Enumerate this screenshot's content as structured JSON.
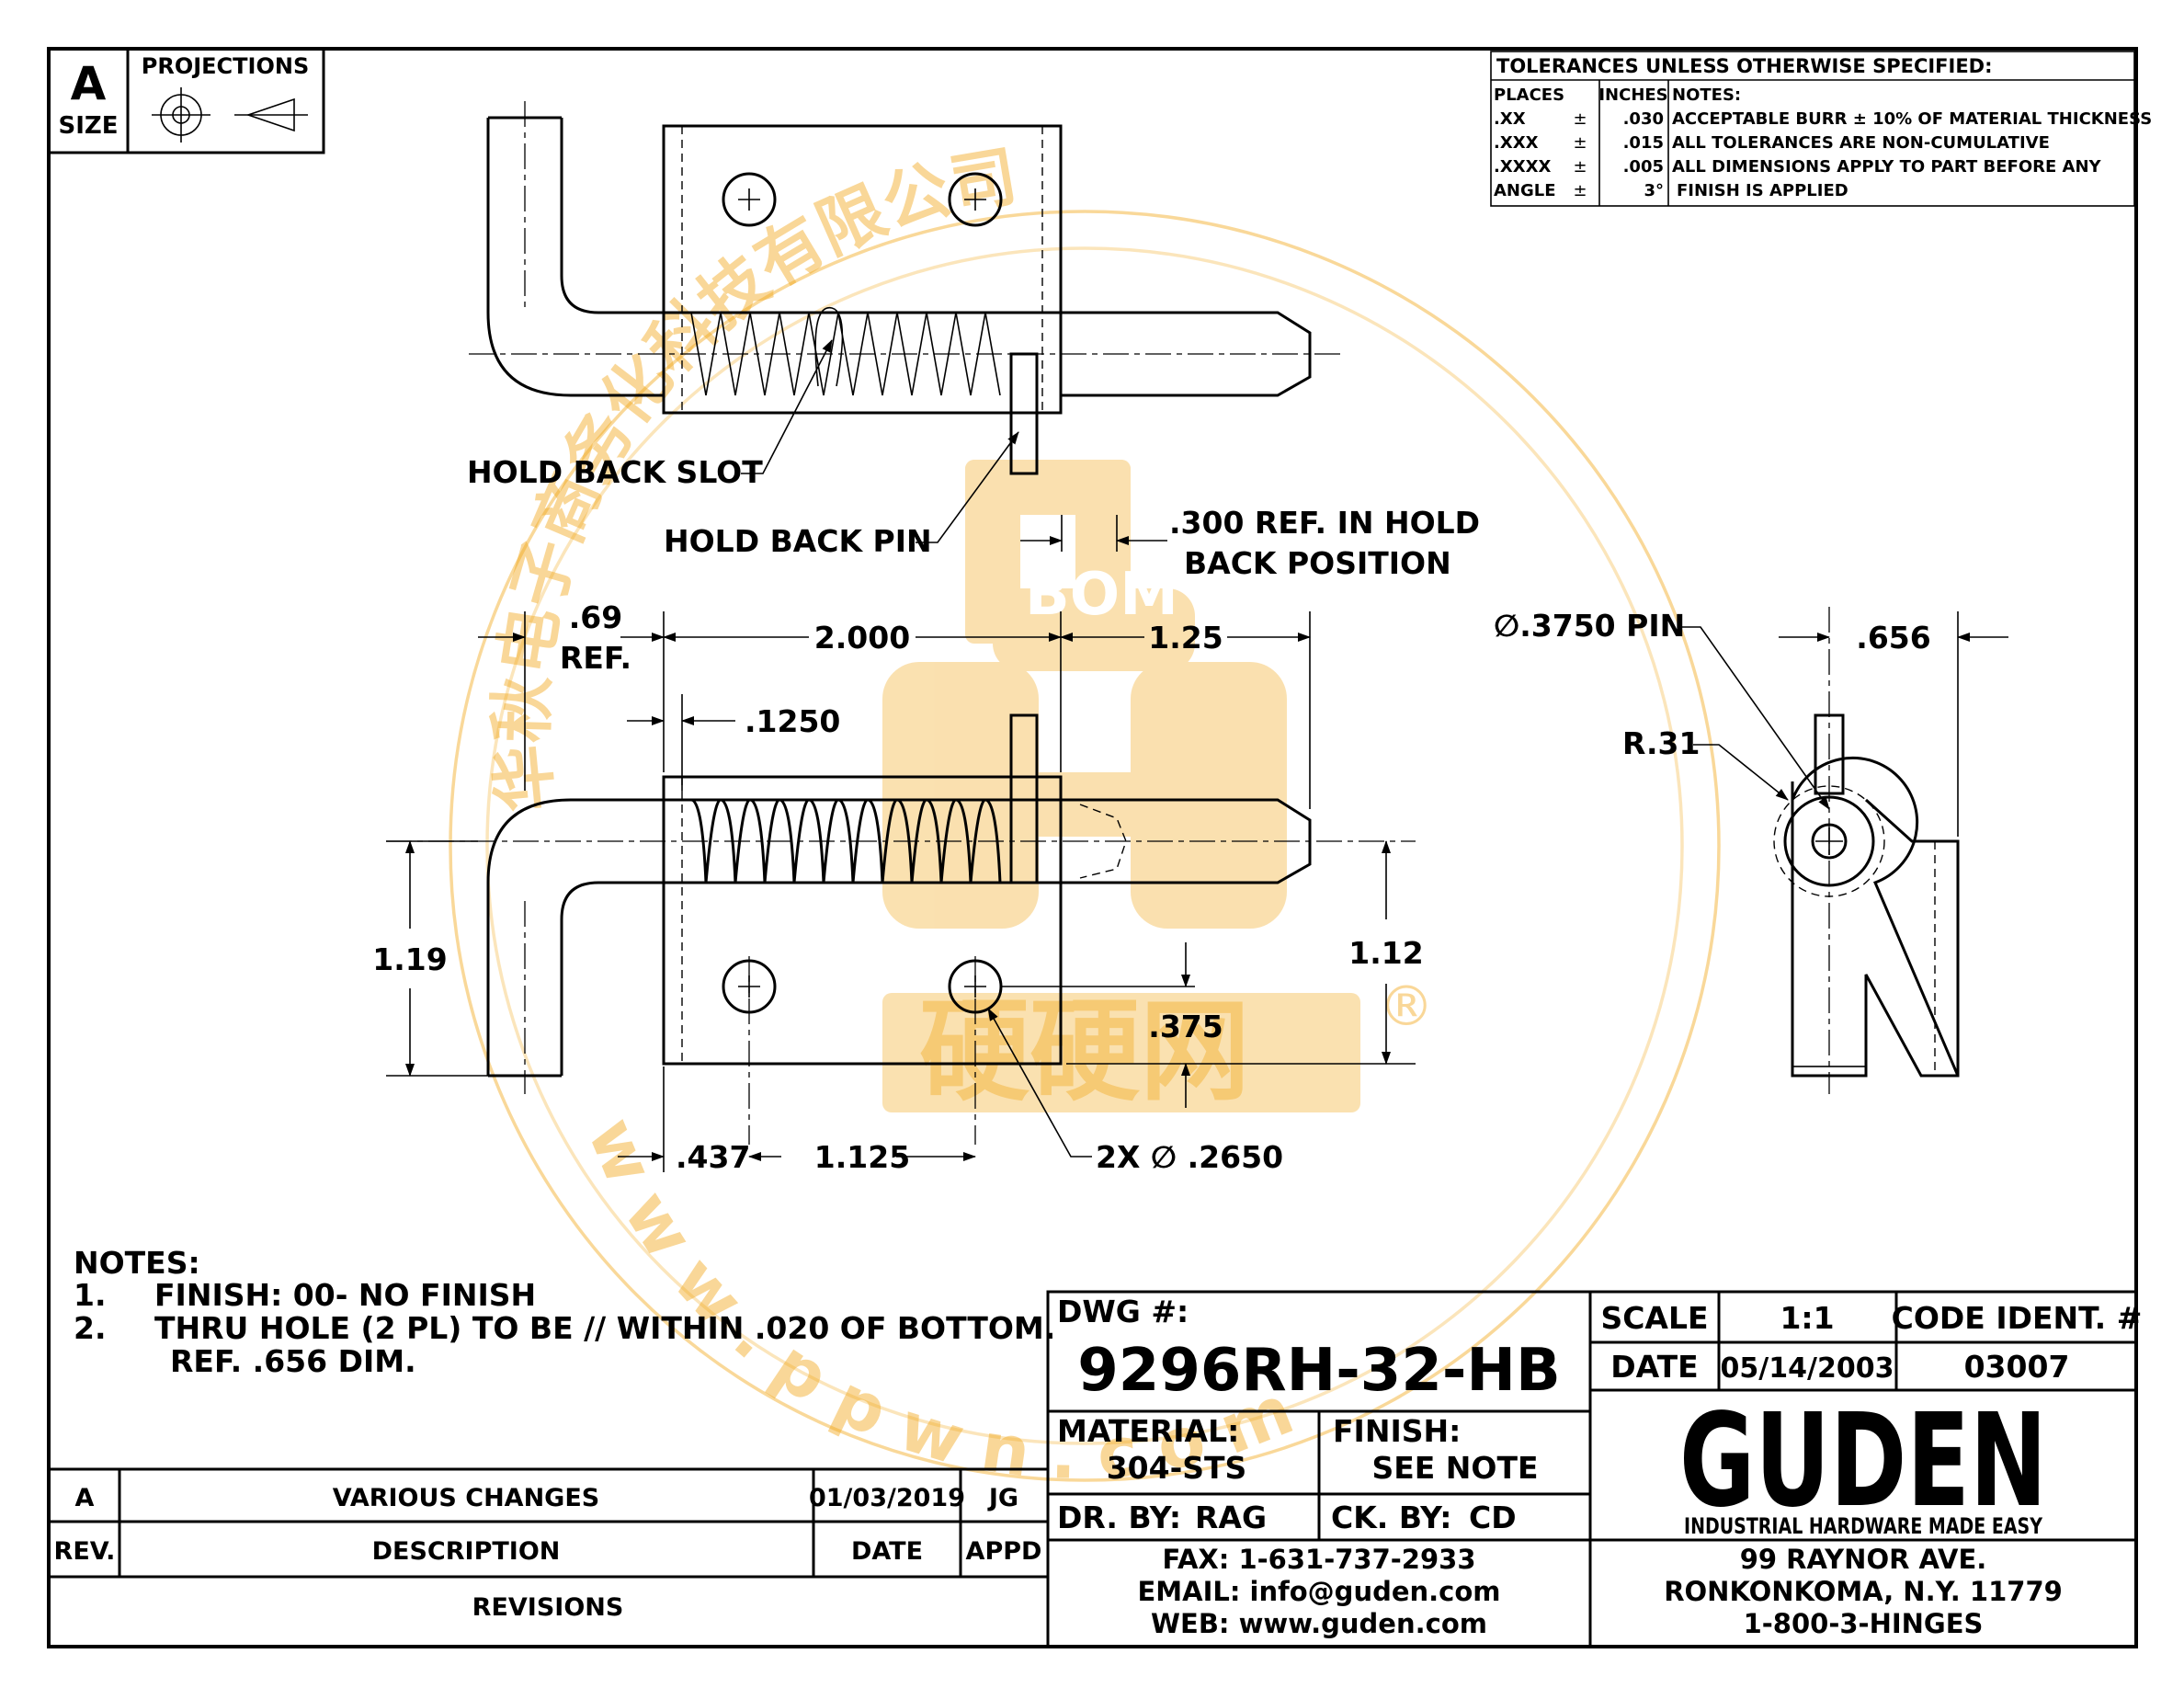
{
  "colors": {
    "ink": "#000000",
    "watermark": "#f2a81d",
    "paper": "#ffffff"
  },
  "size_block": {
    "letter": "A",
    "label": "SIZE"
  },
  "projections": {
    "label": "PROJECTIONS"
  },
  "tolerances": {
    "title": "TOLERANCES UNLESS OTHERWISE SPECIFIED:",
    "headers": {
      "places": "PLACES",
      "inches": "INCHES",
      "notes": "NOTES:"
    },
    "rows": [
      {
        "place": ".XX",
        "pm": "±",
        "value": ".030",
        "note": "ACCEPTABLE BURR ± 10% OF MATERIAL THICKNESS"
      },
      {
        "place": ".XXX",
        "pm": "±",
        "value": ".015",
        "note": "ALL TOLERANCES ARE NON-CUMULATIVE"
      },
      {
        "place": ".XXXX",
        "pm": "±",
        "value": ".005",
        "note": "ALL DIMENSIONS APPLY TO PART BEFORE ANY"
      },
      {
        "place": "ANGLE",
        "pm": "±",
        "value": "3°",
        "note": "FINISH IS APPLIED"
      }
    ]
  },
  "callouts": {
    "hold_back_slot": "HOLD BACK SLOT",
    "hold_back_pin": "HOLD BACK PIN",
    "ref300_line1": ".300 REF. IN HOLD",
    "ref300_line2": "BACK POSITION",
    "pin_dia": "∅.3750 PIN",
    "radius": "R.31",
    "holes": "2X ∅ .2650"
  },
  "dimensions": {
    "d069": ".69",
    "d069_ref": "REF.",
    "d2000": "2.000",
    "d125": "1.25",
    "d1250": ".1250",
    "d119": "1.19",
    "d112": "1.12",
    "d375": ".375",
    "d437": ".437",
    "d1125": "1.125",
    "d656": ".656"
  },
  "notes": {
    "title": "NOTES:",
    "items": [
      {
        "num": "1.",
        "text": "FINISH: 00- NO FINISH"
      },
      {
        "num": "2.",
        "text": "THRU HOLE (2 PL) TO BE // WITHIN .020 OF BOTTOM."
      }
    ],
    "continuation": "REF. .656 DIM."
  },
  "revisions": {
    "row": {
      "rev": "A",
      "description": "VARIOUS CHANGES",
      "date": "01/03/2019",
      "appd": "JG"
    },
    "headers": {
      "rev": "REV.",
      "description": "DESCRIPTION",
      "date": "DATE",
      "appd": "APPD"
    },
    "title": "REVISIONS"
  },
  "title_block": {
    "dwg_label": "DWG #:",
    "dwg_number": "9296RH-32-HB",
    "scale_label": "SCALE",
    "scale_value": "1:1",
    "code_label": "CODE IDENT. #",
    "date_label": "DATE",
    "date_value": "05/14/2003",
    "code_value": "03007",
    "material_label": "MATERIAL:",
    "material_value": "304-STS",
    "finish_label": "FINISH:",
    "finish_value": "SEE NOTE",
    "drawn_label": "DR. BY:",
    "drawn_value": "RAG",
    "checked_label": "CK. BY:",
    "checked_value": "CD",
    "fax": "FAX: 1-631-737-2933",
    "email": "EMAIL: info@guden.com",
    "web": "WEB: www.guden.com",
    "logo_text": "GUDEN",
    "logo_tagline": "INDUSTRIAL HARDWARE MADE EASY",
    "address1": "99 RAYNOR AVE.",
    "address2": "RONKONKOMA, N.Y. 11779",
    "phone": "1-800-3-HINGES"
  },
  "watermark": {
    "arc_text": "华秋电子商务化科技有限公司",
    "badge": "BOM",
    "brand": "硬硬网",
    "url": "w w w . p p w n . c o m",
    "registered": "®"
  }
}
